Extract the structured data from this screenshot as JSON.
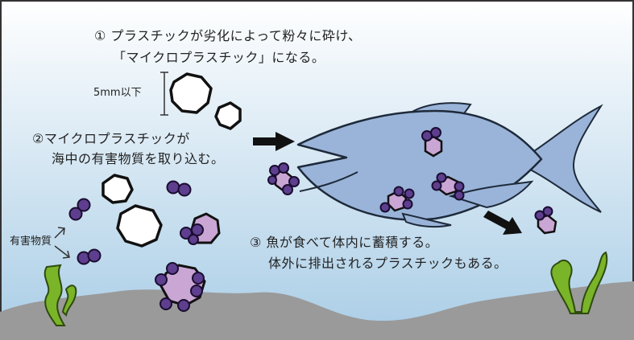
{
  "step1": {
    "line1": "① プラスチックが劣化によって粉々に砕け、",
    "line2": "「マイクロプラスチック」になる。"
  },
  "size_label": "5mm以下",
  "step2": {
    "line1": "②マイクロプラスチックが",
    "line2": "海中の有害物質を取り込む。"
  },
  "harmful_label": "有害物質",
  "step3": {
    "line1": "③ 魚が食べて体内に蓄積する。",
    "line2": "体外に排出されるプラスチックもある。"
  },
  "colors": {
    "sky_top": "#ffffff",
    "sky_bottom": "#a9cde6",
    "fish_body": "#9ab4d9",
    "fish_outline": "#1e2a3a",
    "seabed": "#9a9a9a",
    "seaweed": "#7ab428",
    "pollutant": "#5e3e8e",
    "plastic_with_toxin": "#c9a6d4"
  }
}
